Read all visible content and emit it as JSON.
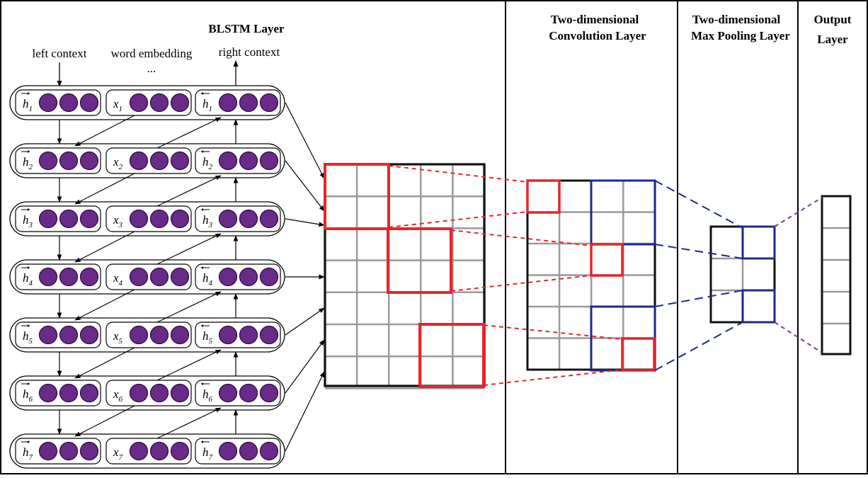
{
  "sections": {
    "blstm": {
      "title": "BLSTM Layer"
    },
    "conv": {
      "title_line1": "Two-dimensional",
      "title_line2": "Convolution Layer"
    },
    "pool": {
      "title_line1": "Two-dimensional",
      "title_line2": "Max Pooling Layer"
    },
    "output": {
      "title_line1": "Output",
      "title_line2": "Layer"
    }
  },
  "context_labels": {
    "left": "left context",
    "word": "word embedding",
    "ellipsis": "...",
    "right": "right context"
  },
  "rows": [
    {
      "index": "1"
    },
    {
      "index": "2"
    },
    {
      "index": "3"
    },
    {
      "index": "4"
    },
    {
      "index": "5"
    },
    {
      "index": "6"
    },
    {
      "index": "7"
    }
  ],
  "symbols": {
    "forward": "h",
    "word": "x",
    "backward": "h"
  },
  "colors": {
    "neuron_fill": "#6a2a8a",
    "neuron_stroke": "#2a0a3a",
    "red_window": "#e8242a",
    "blue_window": "#1c2a8a",
    "grid_line": "#999999",
    "purple_dash": "#7a3a9a"
  }
}
